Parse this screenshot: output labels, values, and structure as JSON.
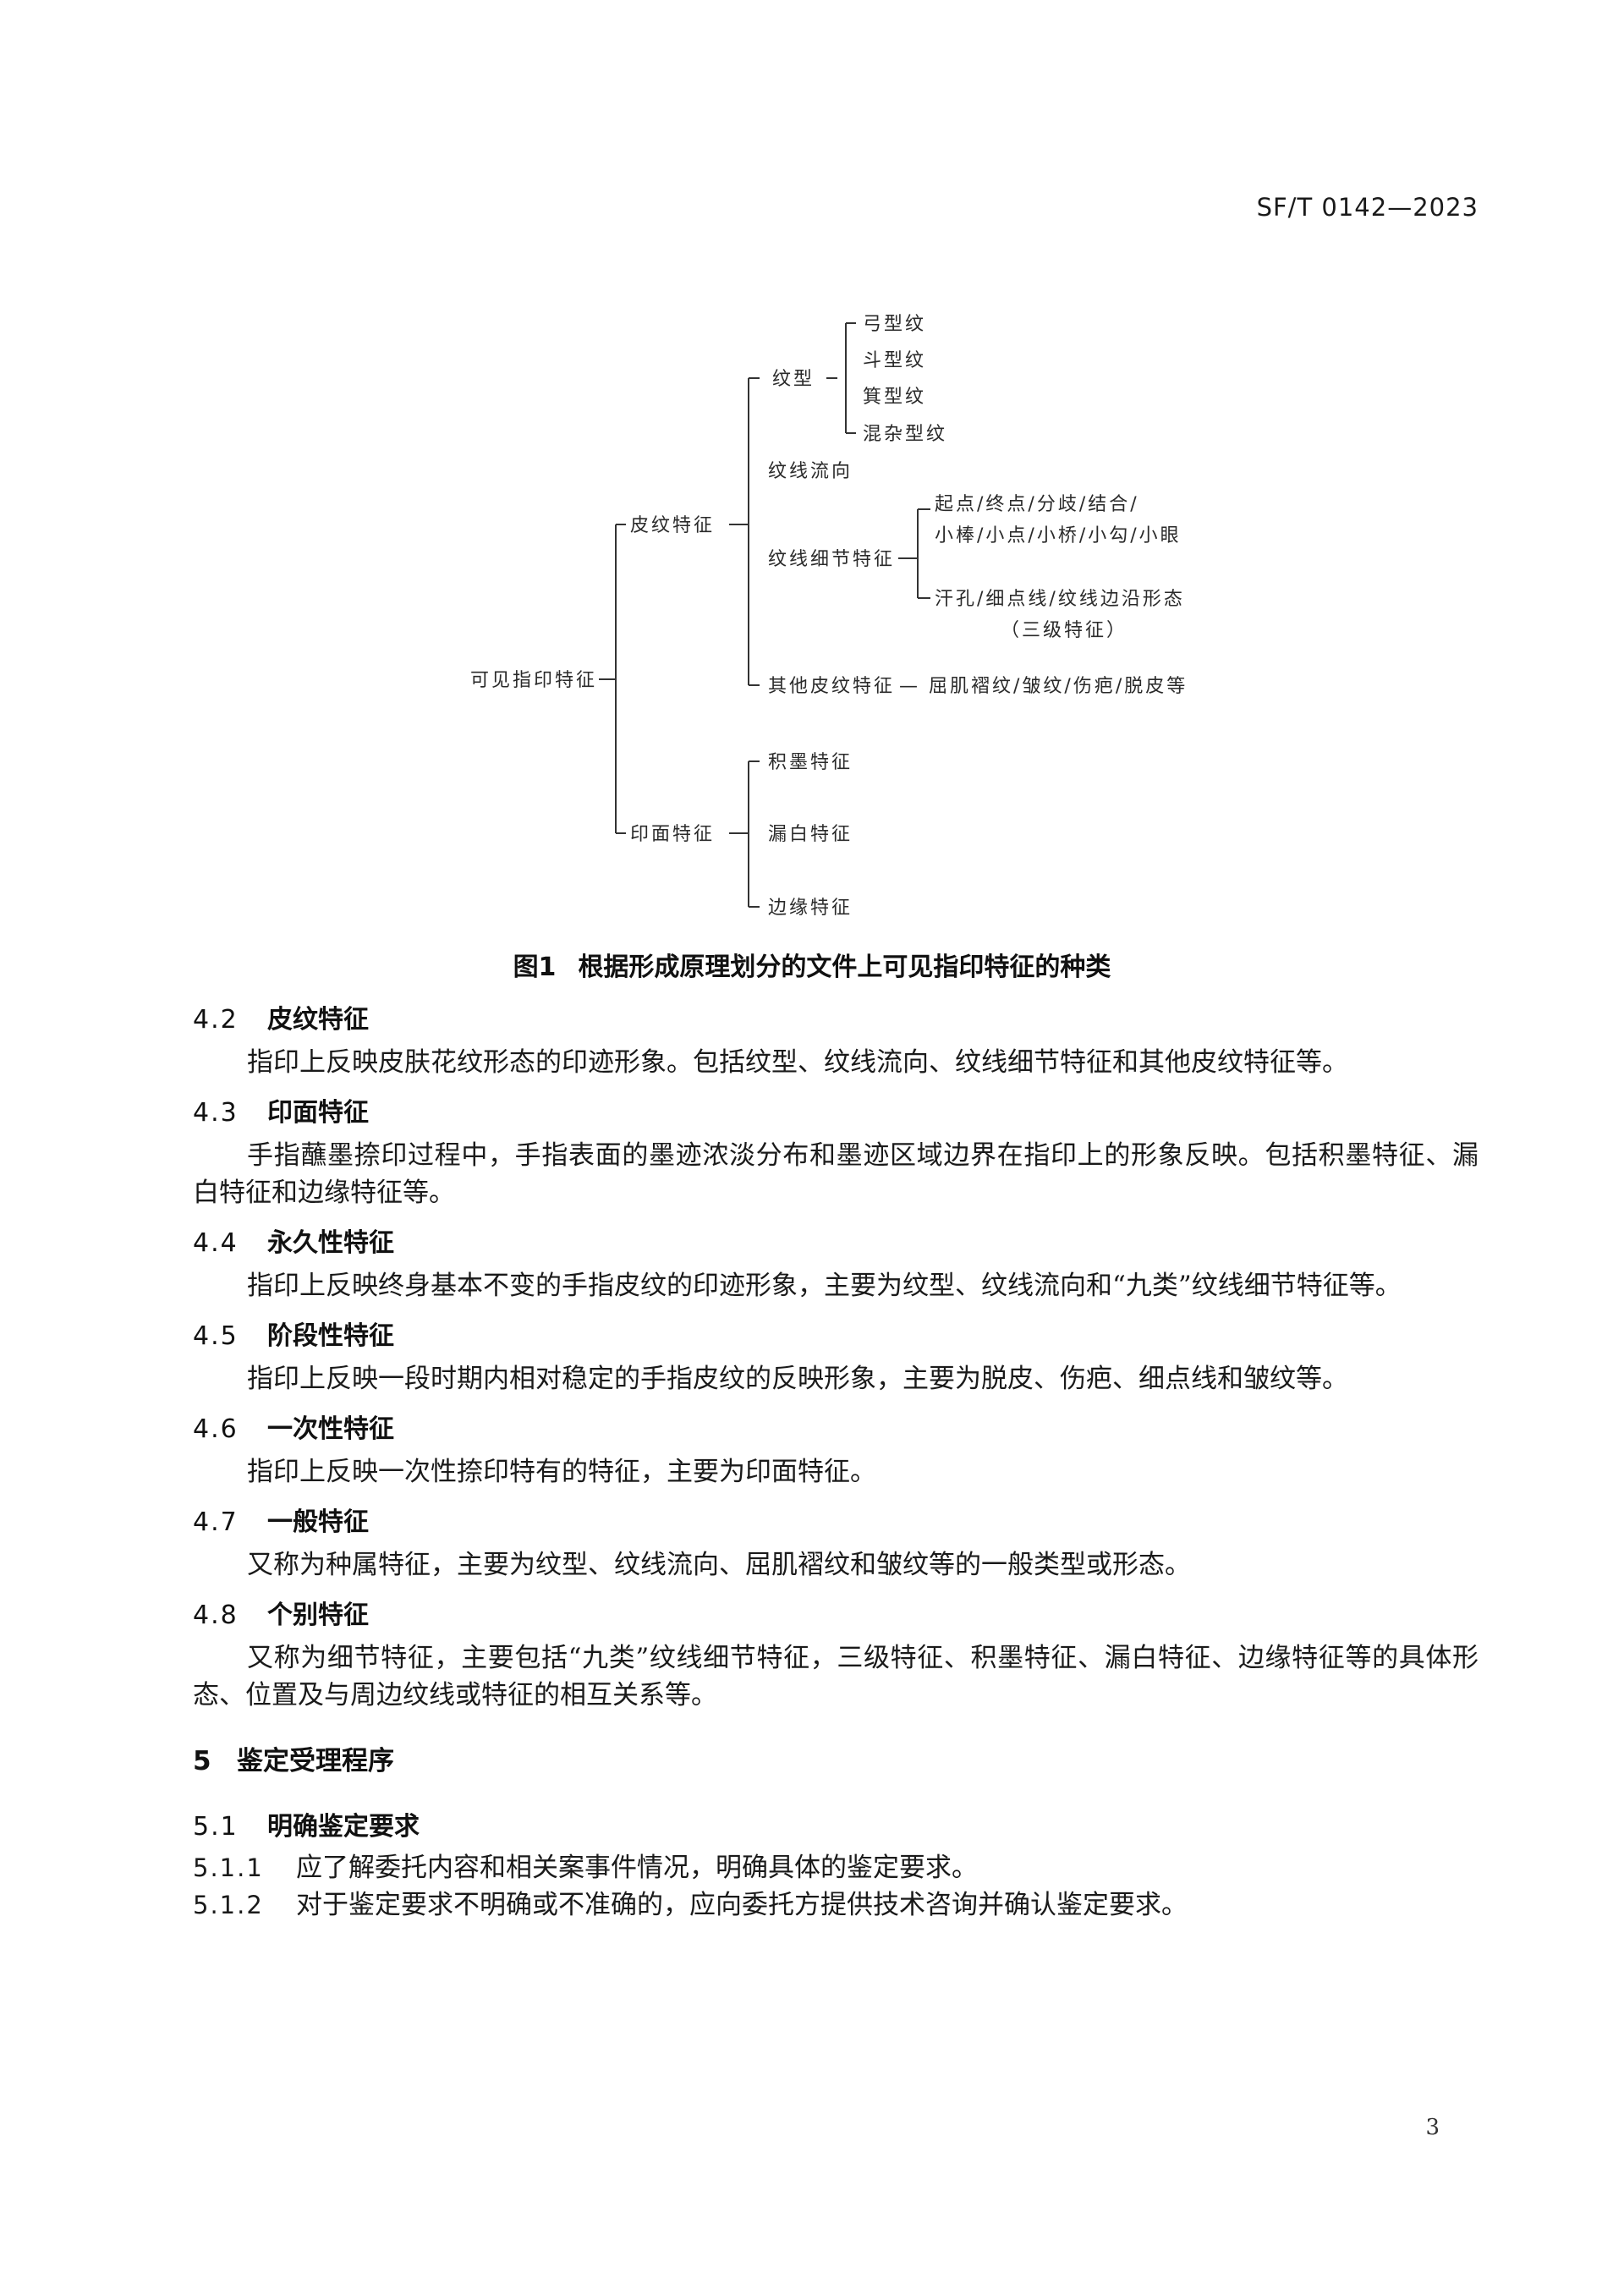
{
  "header": {
    "doc_code": "SF/T 0142—2023"
  },
  "diagram": {
    "root": "可见指印特征",
    "ridge": {
      "label": "皮纹特征",
      "pattern": {
        "label": "纹型",
        "items": [
          "弓型纹",
          "斗型纹",
          "箕型纹",
          "混杂型纹"
        ]
      },
      "flow": "纹线流向",
      "minutiae": {
        "label": "纹线细节特征",
        "items": [
          "起点/终点/分歧/结合/",
          "小棒/小点/小桥/小勾/小眼",
          "汗孔/细点线/纹线边沿形态",
          "（三级特征）"
        ]
      },
      "other": {
        "label": "其他皮纹特征",
        "detail": "— 屈肌褶纹/皱纹/伤疤/脱皮等"
      }
    },
    "print": {
      "label": "印面特征",
      "items": [
        "积墨特征",
        "漏白特征",
        "边缘特征"
      ]
    }
  },
  "figure": {
    "number": "图1",
    "title": "根据形成原理划分的文件上可见指印特征的种类"
  },
  "sections": [
    {
      "num": "4.2",
      "title": "皮纹特征",
      "text": "指印上反映皮肤花纹形态的印迹形象。包括纹型、纹线流向、纹线细节特征和其他皮纹特征等。"
    },
    {
      "num": "4.3",
      "title": "印面特征",
      "text": "手指蘸墨捺印过程中，手指表面的墨迹浓淡分布和墨迹区域边界在指印上的形象反映。包括积墨特征、漏白特征和边缘特征等。"
    },
    {
      "num": "4.4",
      "title": "永久性特征",
      "text": "指印上反映终身基本不变的手指皮纹的印迹形象，主要为纹型、纹线流向和“九类”纹线细节特征等。"
    },
    {
      "num": "4.5",
      "title": "阶段性特征",
      "text": "指印上反映一段时期内相对稳定的手指皮纹的反映形象，主要为脱皮、伤疤、细点线和皱纹等。"
    },
    {
      "num": "4.6",
      "title": "一次性特征",
      "text": "指印上反映一次性捺印特有的特征，主要为印面特征。"
    },
    {
      "num": "4.7",
      "title": "一般特征",
      "text": "又称为种属特征，主要为纹型、纹线流向、屈肌褶纹和皱纹等的一般类型或形态。"
    },
    {
      "num": "4.8",
      "title": "个别特征",
      "text": "又称为细节特征，主要包括“九类”纹线细节特征，三级特征、积墨特征、漏白特征、边缘特征等的具体形态、位置及与周边纹线或特征的相互关系等。"
    }
  ],
  "chapter5": {
    "num": "5",
    "title": "鉴定受理程序",
    "sub": {
      "num": "5.1",
      "title": "明确鉴定要求"
    },
    "clauses": [
      {
        "num": "5.1.1",
        "text": "应了解委托内容和相关案事件情况，明确具体的鉴定要求。"
      },
      {
        "num": "5.1.2",
        "text": "对于鉴定要求不明确或不准确的，应向委托方提供技术咨询并确认鉴定要求。"
      }
    ]
  },
  "footer": {
    "page_number": "3"
  }
}
